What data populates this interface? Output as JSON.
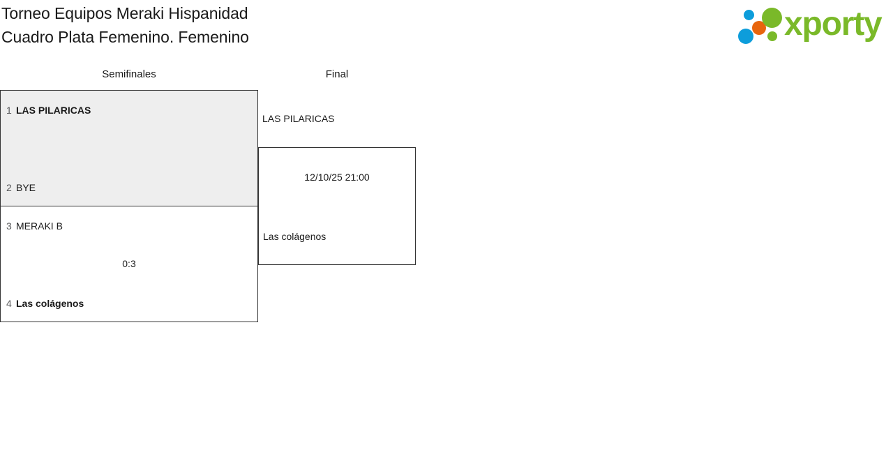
{
  "header": {
    "title_line1": "Torneo Equipos Meraki Hispanidad",
    "title_line2": "Cuadro Plata Femenino. Femenino",
    "logo_wordmark": "xporty",
    "brand_colors": {
      "green": "#7ab929",
      "blue": "#0d9ddb",
      "orange": "#e8650d"
    }
  },
  "bracket": {
    "rounds": [
      {
        "label": "Semifinales"
      },
      {
        "label": "Final"
      }
    ],
    "matches": [
      {
        "round": "Semifinales",
        "highlighted": true,
        "top": {
          "seed": "1",
          "team": "LAS PILARICAS",
          "winner": true
        },
        "bottom": {
          "seed": "2",
          "team": "BYE",
          "winner": false
        },
        "score": ""
      },
      {
        "round": "Semifinales",
        "highlighted": false,
        "top": {
          "seed": "3",
          "team": "MERAKI B",
          "winner": false
        },
        "bottom": {
          "seed": "4",
          "team": "Las colágenos",
          "winner": true
        },
        "score": "0:3"
      },
      {
        "round": "Final",
        "highlighted": false,
        "top": {
          "seed": "",
          "team": "LAS PILARICAS",
          "winner": false
        },
        "bottom": {
          "seed": "",
          "team": "Las colágenos",
          "winner": false
        },
        "datetime": "12/10/25 21:00"
      }
    ]
  }
}
